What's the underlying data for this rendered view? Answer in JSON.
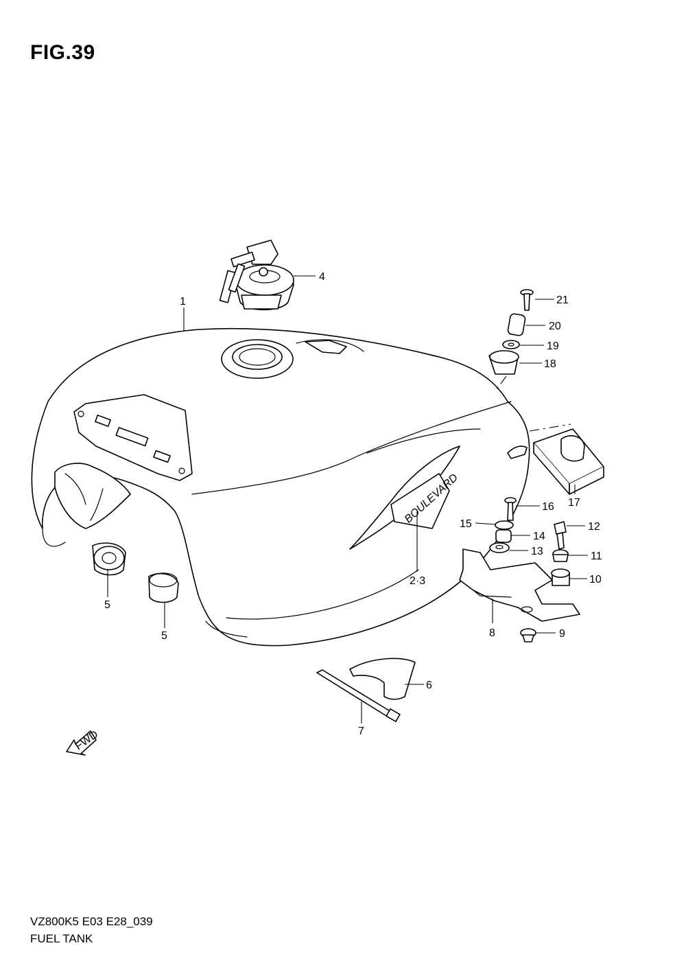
{
  "figure": {
    "title": "FIG.39"
  },
  "footer": {
    "model_code": "VZ800K5 E03 E28_039",
    "section_name": "FUEL TANK"
  },
  "tank_emblem_text": "BOULEVARD",
  "direction_arrow": {
    "label": "FWD",
    "icon": "fwd-arrow-icon"
  },
  "callouts": {
    "c1": "1",
    "c2_3": "2·3",
    "c4": "4",
    "c5a": "5",
    "c5b": "5",
    "c6": "6",
    "c7": "7",
    "c8": "8",
    "c9": "9",
    "c10": "10",
    "c11": "11",
    "c12": "12",
    "c13": "13",
    "c14": "14",
    "c15": "15",
    "c16": "16",
    "c17": "17",
    "c18": "18",
    "c19": "19",
    "c20": "20",
    "c21": "21"
  }
}
